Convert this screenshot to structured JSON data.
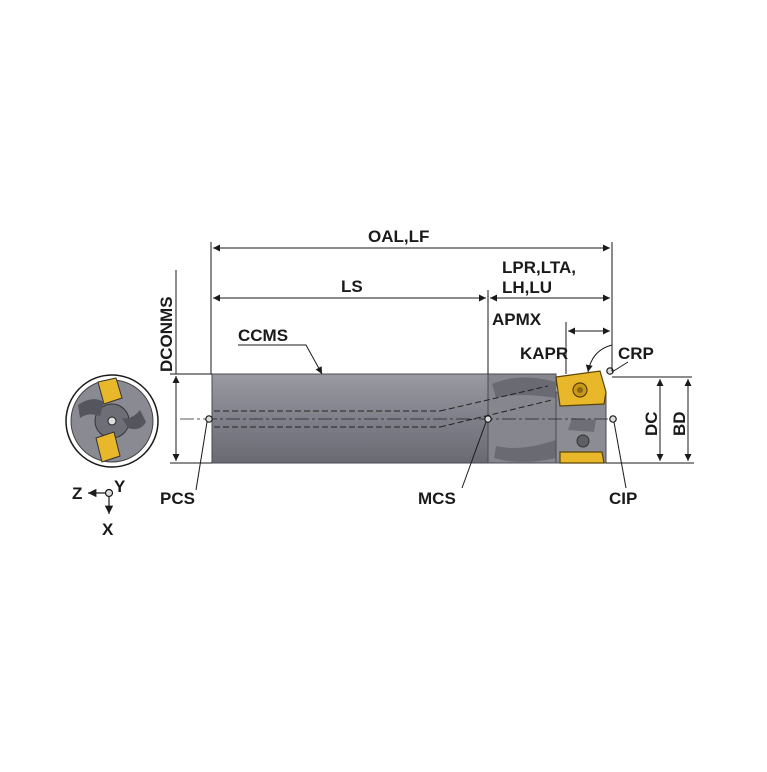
{
  "labels": {
    "oal_lf": "OAL,LF",
    "ls": "LS",
    "lpr_lta": "LPR,LTA,",
    "lh_lu": "LH,LU",
    "apmx": "APMX",
    "kapr": "KAPR",
    "crp": "CRP",
    "ccms": "CCMS",
    "dconms": "DCONMS",
    "dc": "DC",
    "bd": "BD",
    "pcs": "PCS",
    "mcs": "MCS",
    "cip": "CIP",
    "axis_z": "Z",
    "axis_y": "Y",
    "axis_x": "X"
  },
  "colors": {
    "body": "#86868f",
    "body_dark": "#5e5e66",
    "insert": "#e8b82a",
    "insert_dark": "#8a6a10",
    "line": "#1a1a1a"
  }
}
